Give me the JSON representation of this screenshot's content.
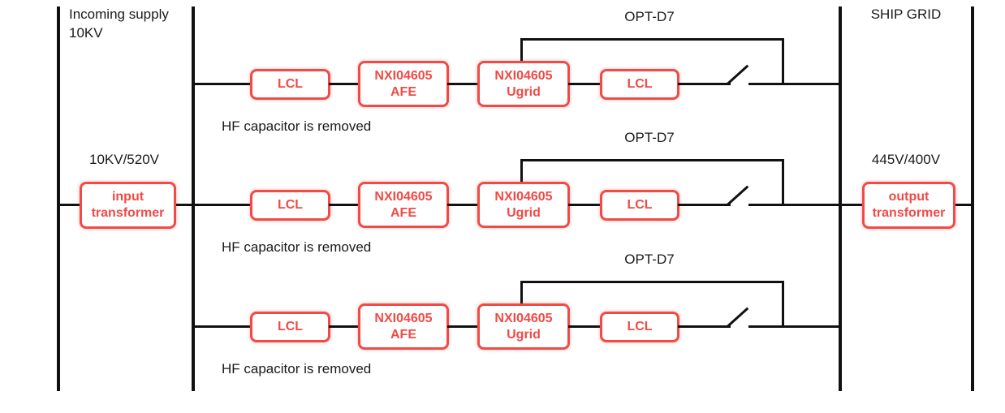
{
  "colors": {
    "accent_red": "#f04b46",
    "line_black": "#111111",
    "background": "#ffffff"
  },
  "left_bus": {
    "title_line1": "Incoming supply",
    "title_line2": "10KV",
    "transformer_ratio": "10KV/520V",
    "transformer_line1": "input",
    "transformer_line2": "transformer"
  },
  "right_bus": {
    "title": "SHIP GRID",
    "transformer_ratio": "445V/400V",
    "transformer_line1": "output",
    "transformer_line2": "transformer"
  },
  "rows": [
    {
      "opt_label": "OPT-D7",
      "lcl_in": "LCL",
      "afe_line1": "NXI04605",
      "afe_line2": "AFE",
      "ugrid_line1": "NXI04605",
      "ugrid_line2": "Ugrid",
      "lcl_out": "LCL",
      "note": "HF capacitor is removed"
    },
    {
      "opt_label": "OPT-D7",
      "lcl_in": "LCL",
      "afe_line1": "NXI04605",
      "afe_line2": "AFE",
      "ugrid_line1": "NXI04605",
      "ugrid_line2": "Ugrid",
      "lcl_out": "LCL",
      "note": "HF capacitor is removed"
    },
    {
      "opt_label": "OPT-D7",
      "lcl_in": "LCL",
      "afe_line1": "NXI04605",
      "afe_line2": "AFE",
      "ugrid_line1": "NXI04605",
      "ugrid_line2": "Ugrid",
      "lcl_out": "LCL",
      "note": "HF capacitor is removed"
    }
  ]
}
